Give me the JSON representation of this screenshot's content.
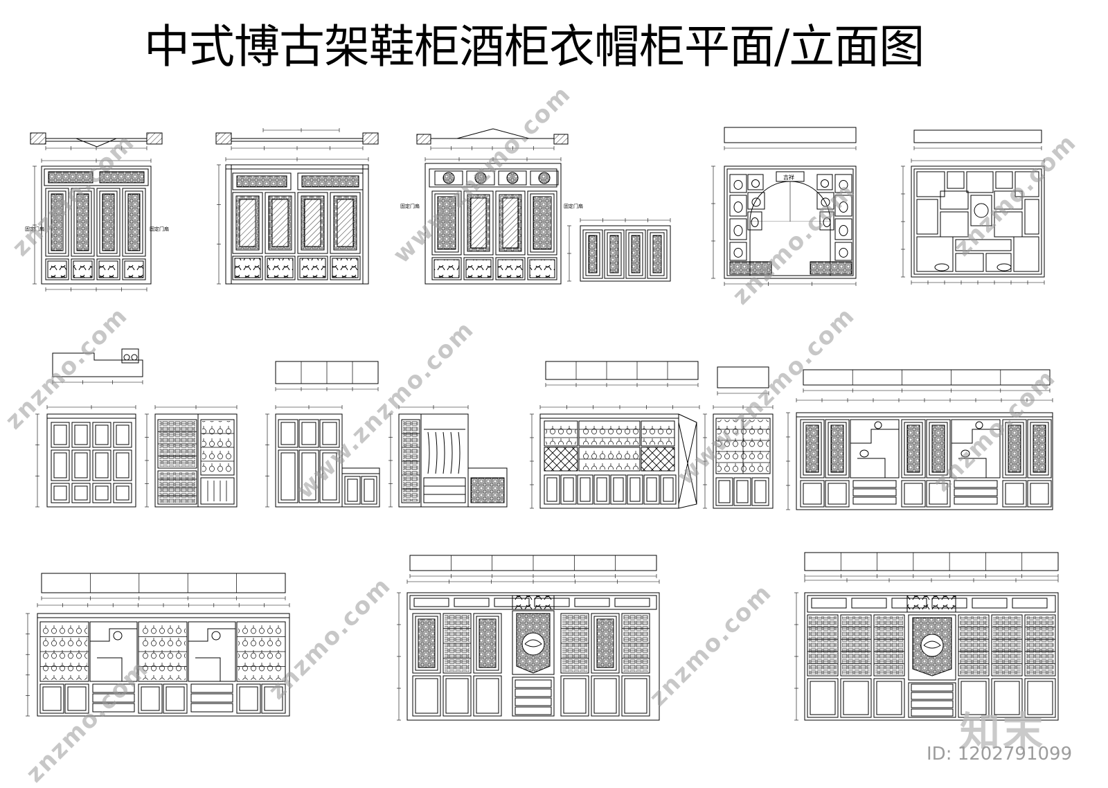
{
  "title": "中式博古架鞋柜酒柜衣帽柜平面/立面图",
  "labels": {
    "fixed_door_left_1": "固定门扇",
    "fixed_door_right_1": "固定门扇",
    "fixed_door_left_3": "固定门扇",
    "fixed_door_right_3": "固定门扇",
    "moon_gate_plaque": "吉祥"
  },
  "watermark": {
    "site": "znzmo.com",
    "site_www": "www.znzmo.com",
    "brand": "知末",
    "image_id": "ID: 1202791099"
  }
}
